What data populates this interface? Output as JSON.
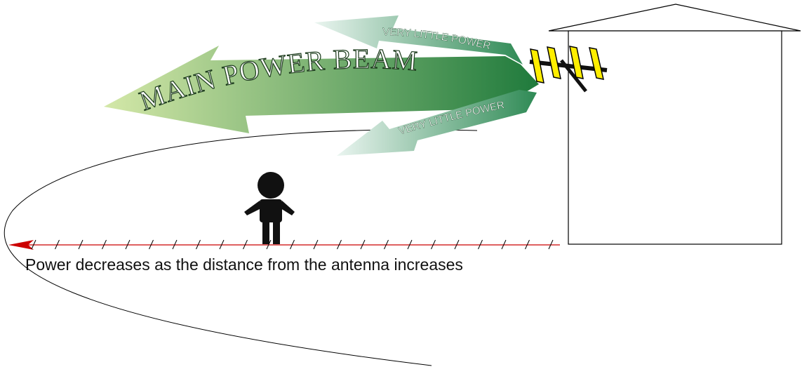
{
  "labels": {
    "main_beam": "MAIN POWER BEAM",
    "side_lobe_upper": "VERY LITTLE POWER",
    "side_lobe_lower": "VERY LITTLE POWER",
    "caption": "Power decreases as the distance from the antenna increases"
  },
  "colors": {
    "beam_dark": "#1f7a3c",
    "beam_light": "#d4e8a8",
    "side_lobe_dark": "#2f8a55",
    "side_lobe_light": "#eaf5f0",
    "antenna_element": "#ffee00",
    "antenna_boom": "#111111",
    "person": "#111111",
    "distance_arrow": "#cc0000"
  }
}
